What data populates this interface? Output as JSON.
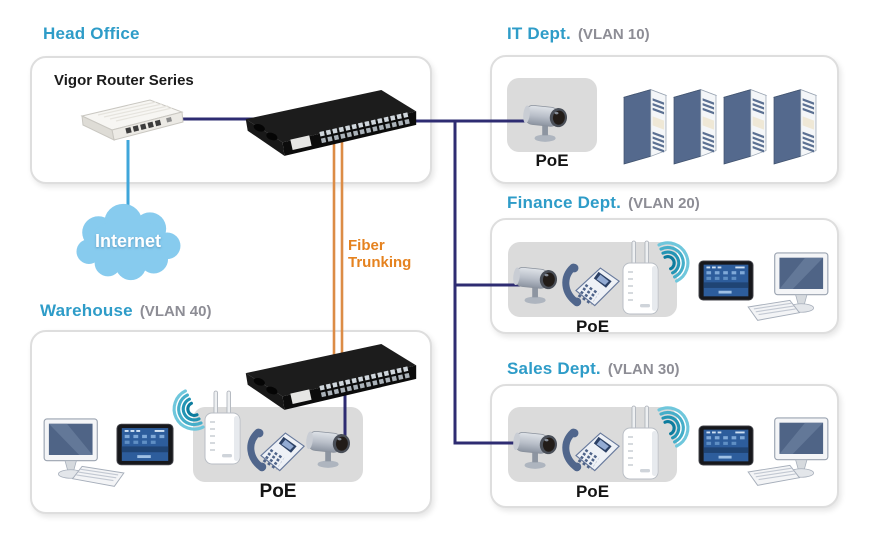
{
  "diagram": {
    "head_office": {
      "title": "Head Office",
      "router_label": "Vigor Router Series"
    },
    "internet": {
      "label": "Internet"
    },
    "fiber_trunking": {
      "line1": "Fiber",
      "line2": "Trunking"
    },
    "warehouse": {
      "title": "Warehouse",
      "vlan": "(VLAN 40)",
      "poe": "PoE"
    },
    "it_dept": {
      "title": "IT Dept.",
      "vlan": "(VLAN 10)",
      "poe": "PoE"
    },
    "finance_dept": {
      "title": "Finance Dept.",
      "vlan": "(VLAN 20)",
      "poe": "PoE"
    },
    "sales_dept": {
      "title": "Sales Dept.",
      "vlan": "(VLAN 30)",
      "poe": "PoE"
    }
  },
  "colors": {
    "heading": "#2E9CC8",
    "vlan_text": "#8D8D95",
    "trunk_line": "#2E2C72",
    "internet_line": "#3FA6DA",
    "fiber": "#DC8C46",
    "fiber_label": "#E5821F",
    "cloud": "#87CBEE"
  }
}
